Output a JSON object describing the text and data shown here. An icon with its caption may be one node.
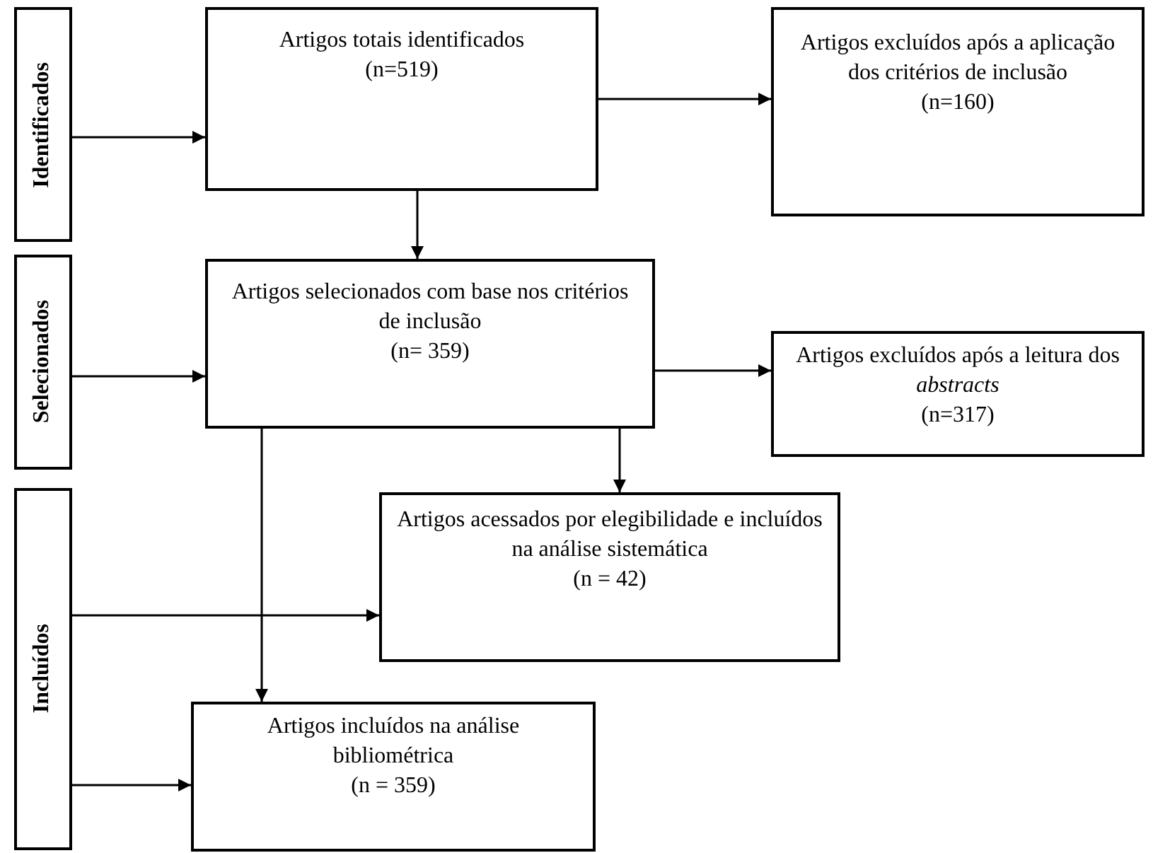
{
  "diagram": {
    "nodes": [
      {
        "text": [
          "Identificados"
        ]
      },
      {
        "text": [
          "Artigos totais identificados",
          "(n=519)"
        ]
      },
      {
        "text": [
          "Artigos excluídos após a aplicação dos critérios de inclusão",
          "(n=160)"
        ]
      },
      {
        "text": [
          "Selecionados"
        ]
      },
      {
        "text": [
          "Artigos selecionados com base nos critérios de inclusão",
          "(n= 359)"
        ]
      },
      {
        "text": [
          "Artigos excluídos após a leitura dos *abstracts*",
          "(n=317)"
        ]
      },
      {
        "text": [
          "Incluídos"
        ]
      },
      {
        "text": [
          "Artigos acessados por elegibilidade e incluídos na análise sistemática",
          "(n = 42)"
        ]
      },
      {
        "text": [
          "Artigos incluídos na análise bibliométrica",
          "(n = 359)"
        ]
      }
    ],
    "edges": [
      {
        "from": 0,
        "to": 1,
        "arrow": "to"
      },
      {
        "from": 1,
        "to": 2,
        "arrow": "to"
      },
      {
        "from": 1,
        "to": 4,
        "arrow": "to"
      },
      {
        "from": 3,
        "to": 4,
        "arrow": "to"
      },
      {
        "from": 4,
        "to": 5,
        "arrow": "to"
      },
      {
        "from": 4,
        "to": 7,
        "arrow": "to"
      },
      {
        "from": 4,
        "to": 8,
        "arrow": "to"
      },
      {
        "from": 6,
        "to": 7,
        "arrow": "to"
      },
      {
        "from": 6,
        "to": 8,
        "arrow": "to"
      }
    ]
  }
}
